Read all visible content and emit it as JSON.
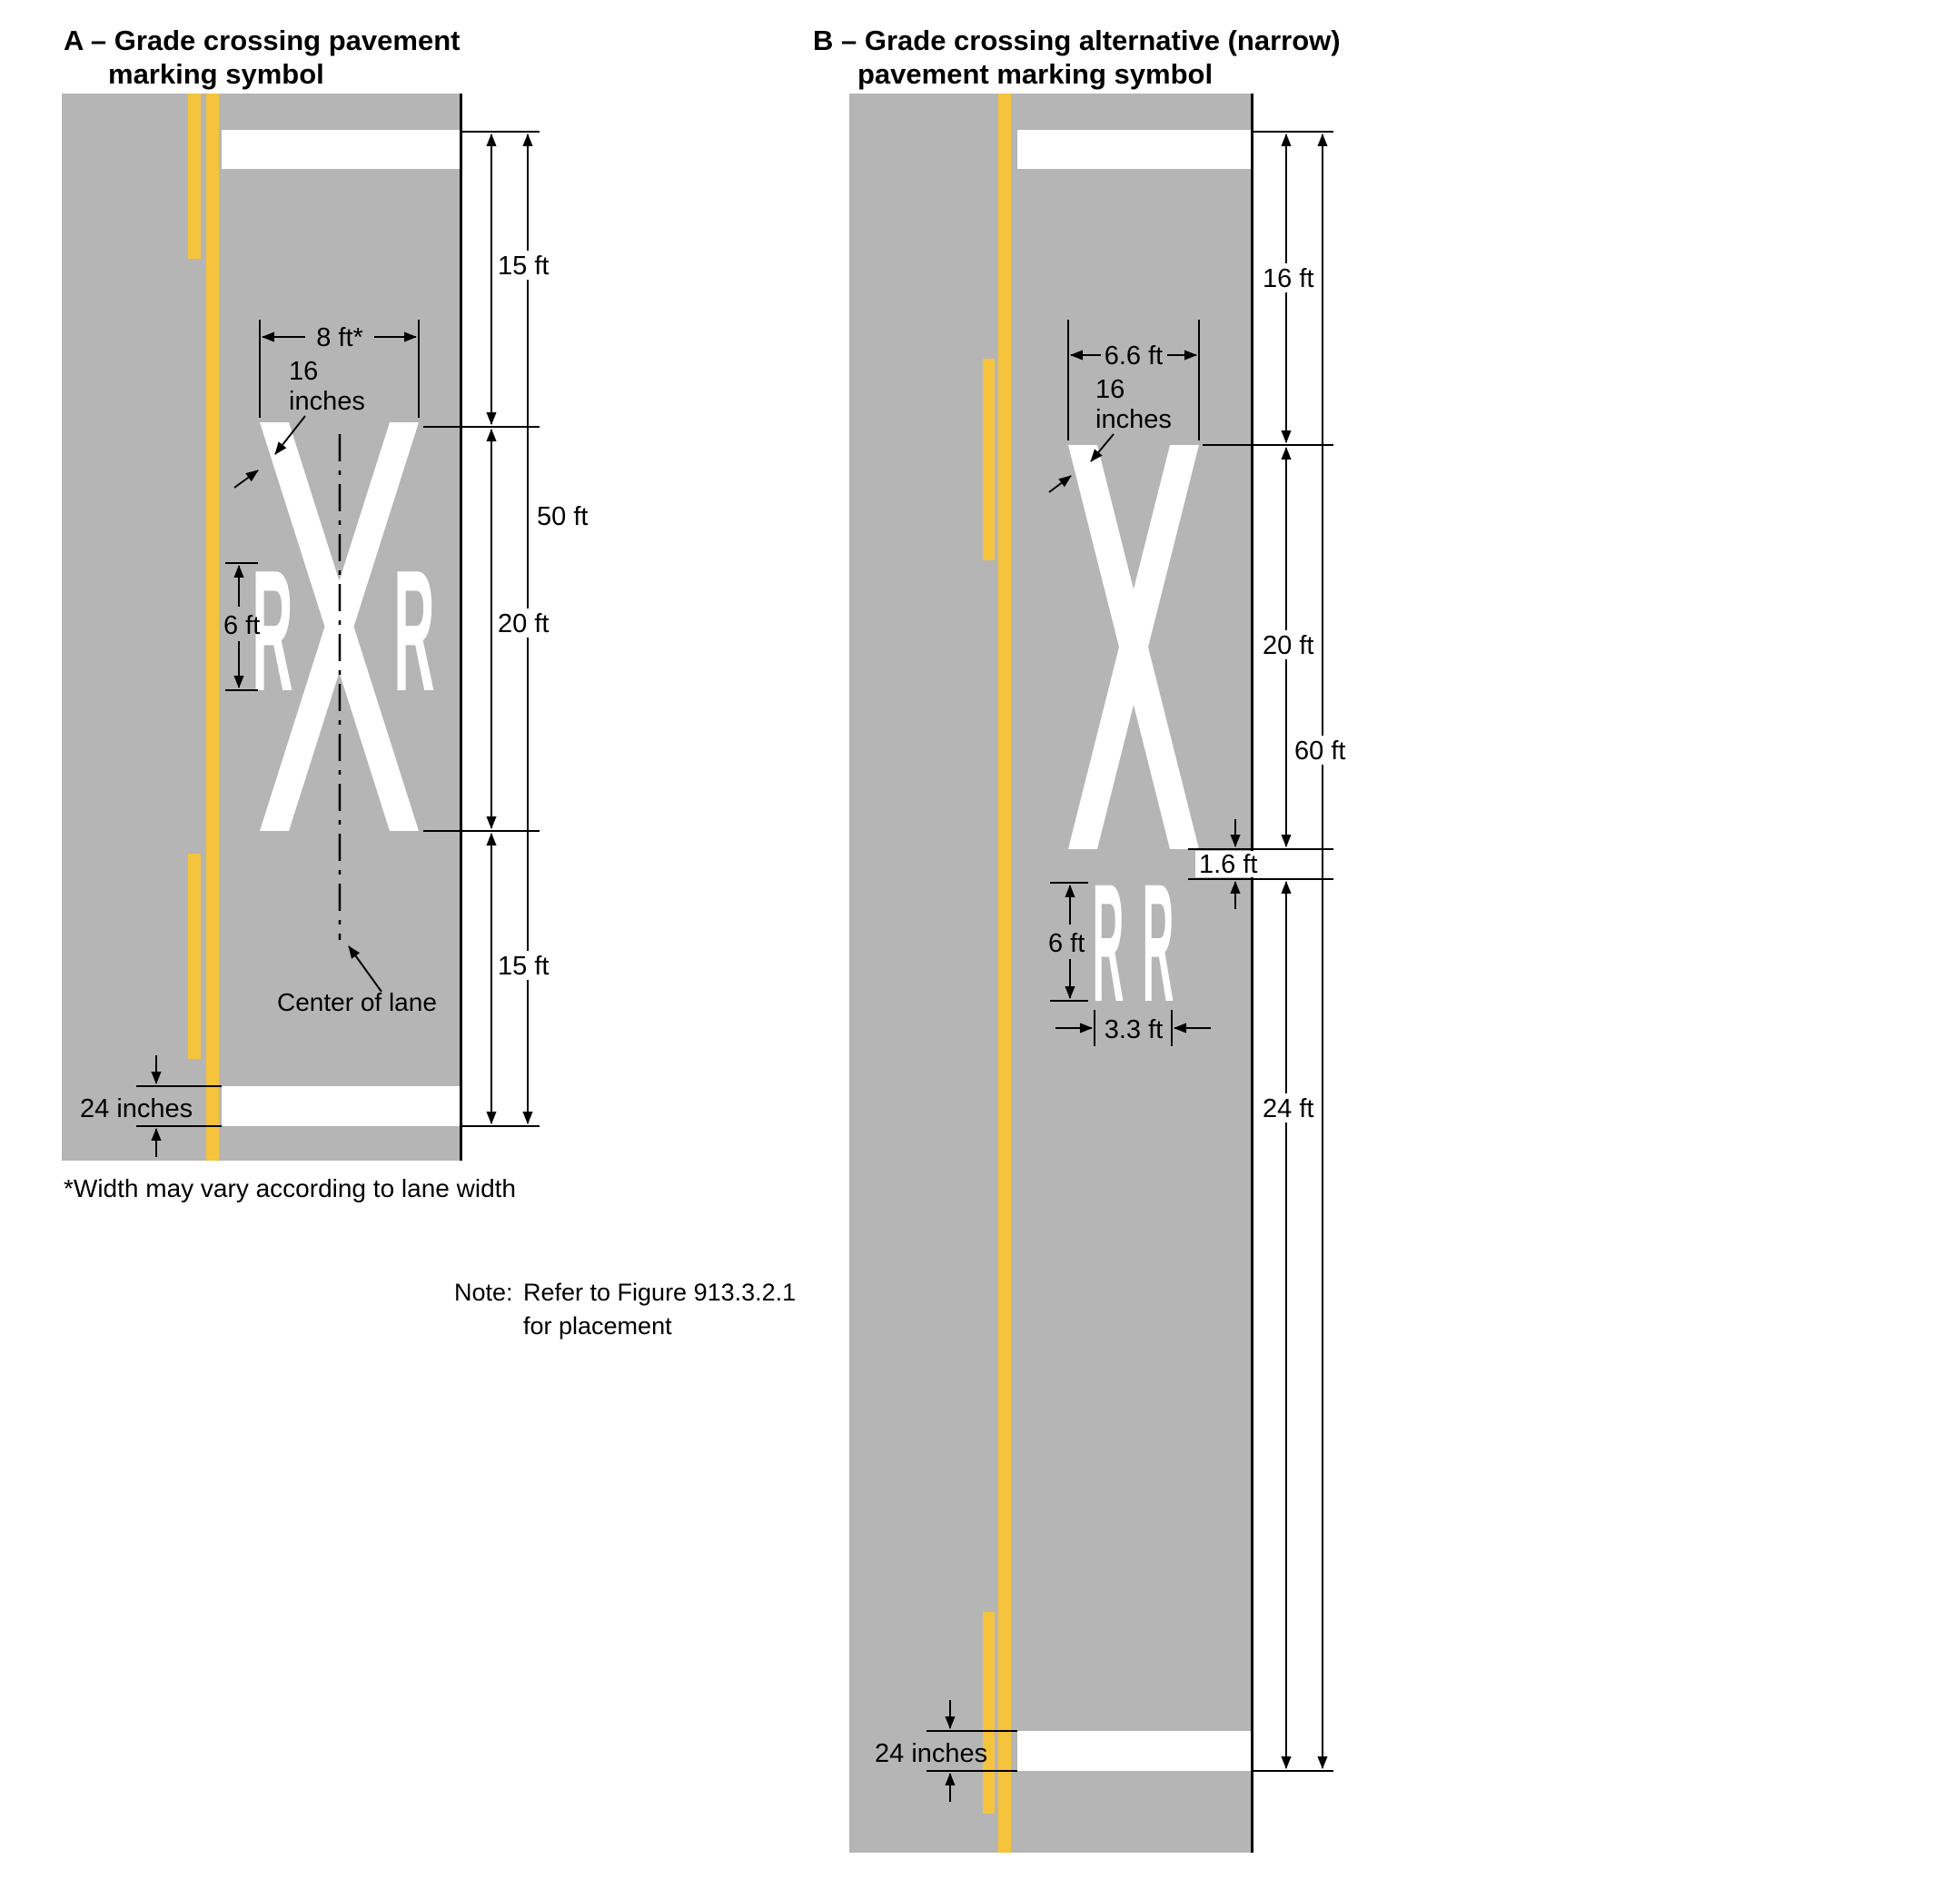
{
  "figure": {
    "panel_a": {
      "title_line1": "A – Grade crossing pavement",
      "title_line2": "marking symbol",
      "letter_left": "R",
      "letter_right": "R",
      "dim_top": "15 ft",
      "dim_overall": "50 ft",
      "dim_symbol_height": "20 ft",
      "dim_bottom": "15 ft",
      "dim_symbol_width": "8 ft*",
      "dim_stroke_line1": "16",
      "dim_stroke_line2": "inches",
      "dim_letter_height": "6 ft",
      "dim_stop_bar": "24 inches",
      "center_of_lane": "Center of lane",
      "footnote": "*Width may vary according to lane width"
    },
    "panel_b": {
      "title_line1": "B – Grade crossing alternative (narrow)",
      "title_line2": "pavement marking symbol",
      "letter_left": "R",
      "letter_right": "R",
      "dim_top": "16 ft",
      "dim_overall": "60 ft",
      "dim_symbol_height": "20 ft",
      "dim_gap": "1.6 ft",
      "dim_bottom": "24 ft",
      "dim_symbol_width": "6.6 ft",
      "dim_stroke_line1": "16",
      "dim_stroke_line2": "inches",
      "dim_letter_height": "6 ft",
      "dim_letters_width": "3.3 ft",
      "dim_stop_bar": "24 inches"
    },
    "note_label": "Note:",
    "note_line1": "Refer to Figure  913.3.2.1",
    "note_line2": "for placement",
    "colors": {
      "road_gray": "#b5b5b5",
      "marking_white": "#ffffff",
      "line_yellow": "#f5c33c",
      "ink_black": "#000000"
    }
  }
}
